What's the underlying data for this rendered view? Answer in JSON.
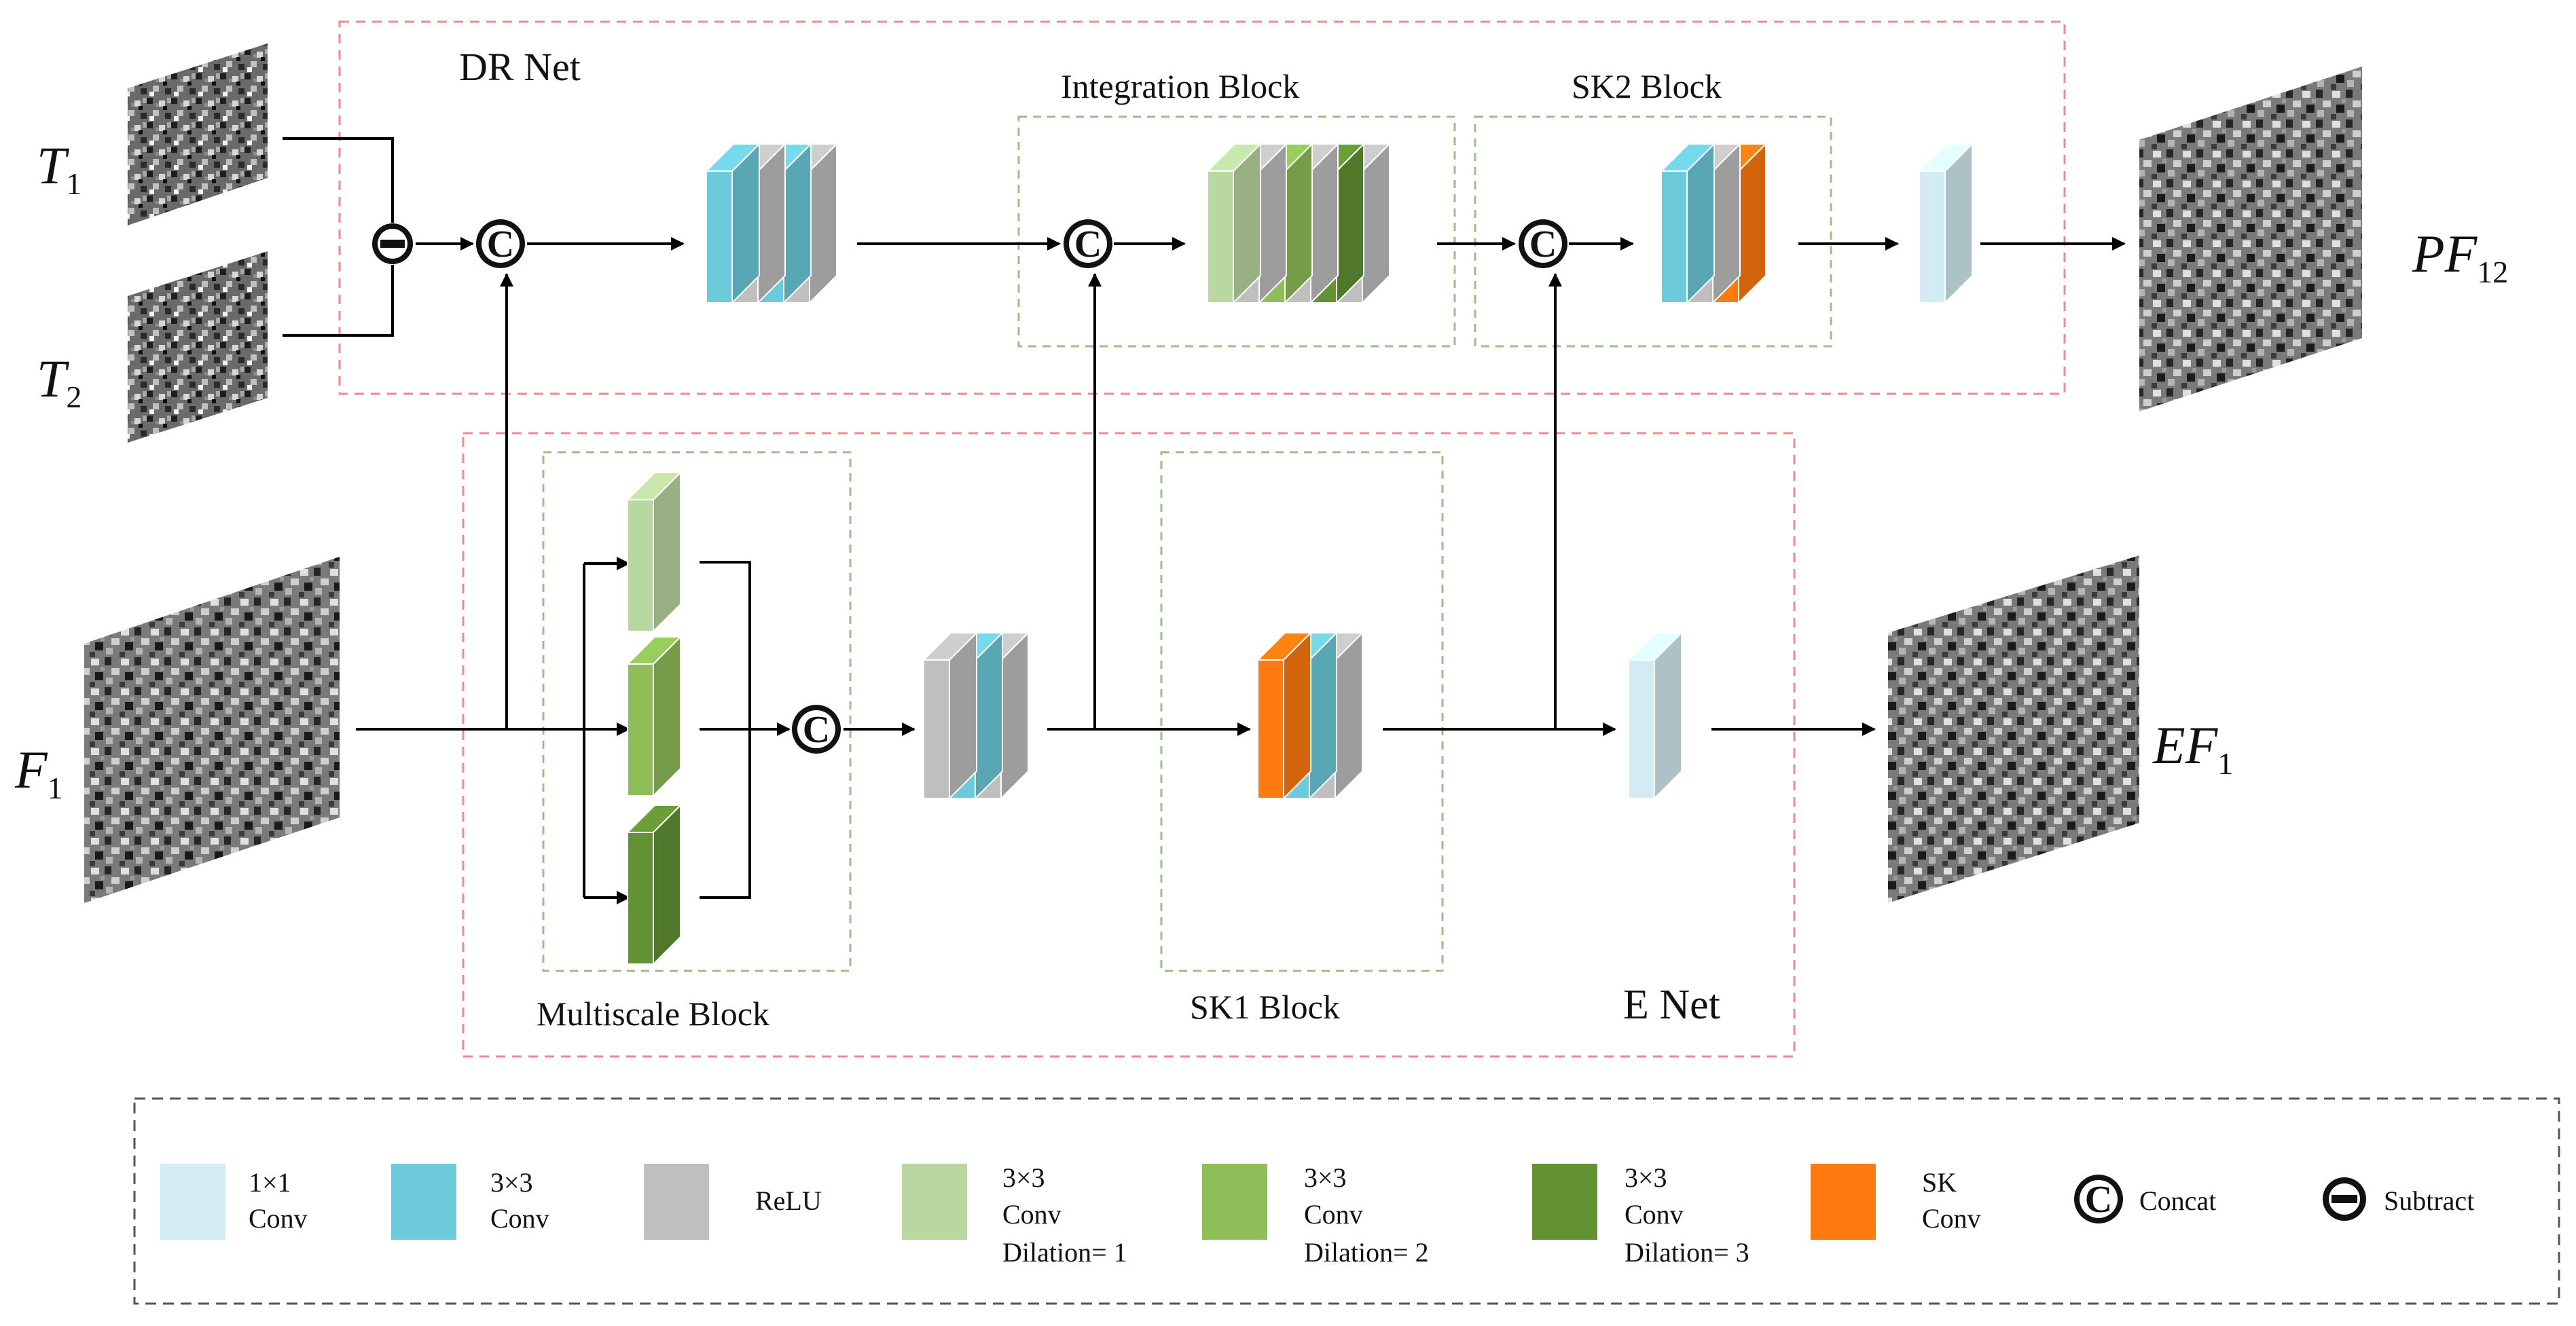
{
  "title": {
    "dr_net": "DR Net",
    "e_net": "E Net"
  },
  "blocks": {
    "integration": "Integration Block",
    "sk2": "SK2 Block",
    "multiscale": "Multiscale Block",
    "sk1": "SK1 Block"
  },
  "images": {
    "t1": {
      "main": "T",
      "sub": "1"
    },
    "t2": {
      "main": "T",
      "sub": "2"
    },
    "f1": {
      "main": "F",
      "sub": "1"
    },
    "pf12": {
      "main": "PF",
      "sub": "12"
    },
    "ef1": {
      "main": "EF",
      "sub": "1"
    }
  },
  "colors": {
    "conv1x1": "#d3ecf3",
    "conv3x3": "#6dcadb",
    "relu": "#bfbfbf",
    "dil1": "#b9d7a0",
    "dil2": "#8fbe58",
    "dil3": "#629234",
    "sk": "#ff7a10"
  },
  "legend": {
    "conv1x1": {
      "line1": "1×1",
      "line2": "Conv"
    },
    "conv3x3": {
      "line1": "3×3",
      "line2": "Conv"
    },
    "relu": {
      "line1": "ReLU"
    },
    "dil1": {
      "line1": "3×3",
      "line2": "Conv",
      "line3": "Dilation= 1"
    },
    "dil2": {
      "line1": "3×3",
      "line2": "Conv",
      "line3": "Dilation= 2"
    },
    "dil3": {
      "line1": "3×3",
      "line2": "Conv",
      "line3": "Dilation= 3"
    },
    "sk": {
      "line1": "SK",
      "line2": "Conv"
    },
    "concat": {
      "label": "Concat",
      "symbol": "C"
    },
    "subtract": {
      "label": "Subtract"
    }
  }
}
